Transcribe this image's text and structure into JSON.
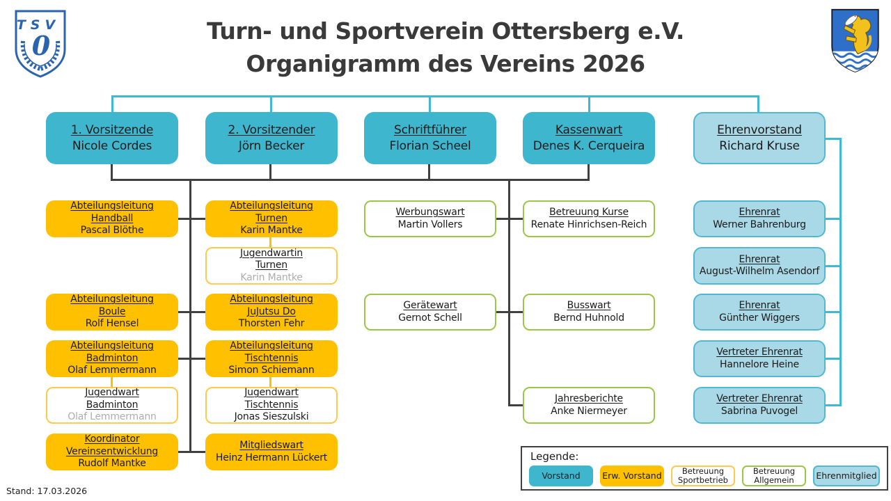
{
  "title": {
    "line1": "Turn- und Sportverein Ottersberg e.V.",
    "line2": "Organigramm des Vereins 2026"
  },
  "footer": {
    "stand": "Stand: 17.03.2026"
  },
  "logos": {
    "left": "tsv-ottersberg-club-shield",
    "left_text": "TSV",
    "left_numeral": "0",
    "right": "ottersberg-coat-of-arms"
  },
  "colors": {
    "vorstand": "#3EB7CE",
    "erw_vorstand": "#FFC000",
    "betreuung_sportbetrieb_border": "#FFC94E",
    "betreuung_allgemein_border": "#9CC645",
    "ehrenmitglied_fill": "#A9D8E6",
    "ehrenmitglied_border": "#4FB9D1",
    "connector_dark": "#404040",
    "connector_teal": "#41B8D1",
    "muted_name": "#ADADAD"
  },
  "boxes": {
    "vorsitzende1": {
      "role1": "1. Vorsitzende",
      "name": "Nicole Cordes"
    },
    "vorsitzende2": {
      "role1": "2. Vorsitzender",
      "name": "Jörn Becker"
    },
    "schriftfuehrer": {
      "role1": "Schriftführer",
      "name": "Florian Scheel"
    },
    "kassenwart": {
      "role1": "Kassenwart",
      "name": "Denes K. Cerqueira"
    },
    "ehrenvorstand": {
      "role1": "Ehrenvorstand",
      "name": "Richard Kruse"
    },
    "handball": {
      "role1": "Abteilungsleitung",
      "role2": "Handball",
      "name": "Pascal Blöthe"
    },
    "turnen": {
      "role1": "Abteilungsleitung",
      "role2": "Turnen",
      "name": "Karin Mantke"
    },
    "jw_turnen": {
      "role1": "Jugendwartin",
      "role2": "Turnen",
      "name": "Karin Mantke"
    },
    "boule": {
      "role1": "Abteilungsleitung",
      "role2": "Boule",
      "name": "Rolf Hensel"
    },
    "jujutsu": {
      "role1": "Abteilungsleitung",
      "role2": "JuJutsu Do",
      "name": "Thorsten Fehr"
    },
    "badminton": {
      "role1": "Abteilungsleitung",
      "role2": "Badminton",
      "name": "Olaf Lemmermann"
    },
    "tischtennis": {
      "role1": "Abteilungsleitung",
      "role2": "Tischtennis",
      "name": "Simon Schiemann"
    },
    "jw_badminton": {
      "role1": "Jugendwart",
      "role2": "Badminton",
      "name": "Olaf Lemmermann"
    },
    "jw_tischtennis": {
      "role1": "Jugendwart",
      "role2": "Tischtennis",
      "name": "Jonas Sieszulski"
    },
    "koordinator": {
      "role1": "Koordinator",
      "role2": "Vereinsentwicklung",
      "name": "Rudolf Mantke"
    },
    "mitgliedswart": {
      "role1": "Mitgliedswart",
      "name": "Heinz Hermann Lückert"
    },
    "werbungswart": {
      "role1": "Werbungswart",
      "name": "Martin Vollers"
    },
    "betreuung_kurse": {
      "role1": "Betreuung Kurse",
      "name": "Renate Hinrichsen-Reich"
    },
    "geraetewart": {
      "role1": "Gerätewart",
      "name": "Gernot Schell"
    },
    "busswart": {
      "role1": "Busswart",
      "name": "Bernd Huhnold"
    },
    "jahresberichte": {
      "role1": "Jahresberichte",
      "name": "Anke Niermeyer"
    },
    "ehrenrat1": {
      "role1": "Ehrenrat",
      "name": "Werner Bahrenburg"
    },
    "ehrenrat2": {
      "role1": "Ehrenrat",
      "name": "August-Wilhelm Asendorf"
    },
    "ehrenrat3": {
      "role1": "Ehrenrat",
      "name": "Günther Wiggers"
    },
    "vertreter1": {
      "role1": "Vertreter Ehrenrat",
      "name": "Hannelore Heine"
    },
    "vertreter2": {
      "role1": "Vertreter Ehrenrat",
      "name": "Sabrina Puvogel"
    }
  },
  "legend": {
    "title": "Legende:",
    "items": [
      {
        "label": "Vorstand"
      },
      {
        "label": "Erw. Vorstand"
      },
      {
        "line1": "Betreuung",
        "line2": "Sportbetrieb"
      },
      {
        "line1": "Betreuung",
        "line2": "Allgemein"
      },
      {
        "label": "Ehrenmitglied"
      }
    ]
  }
}
